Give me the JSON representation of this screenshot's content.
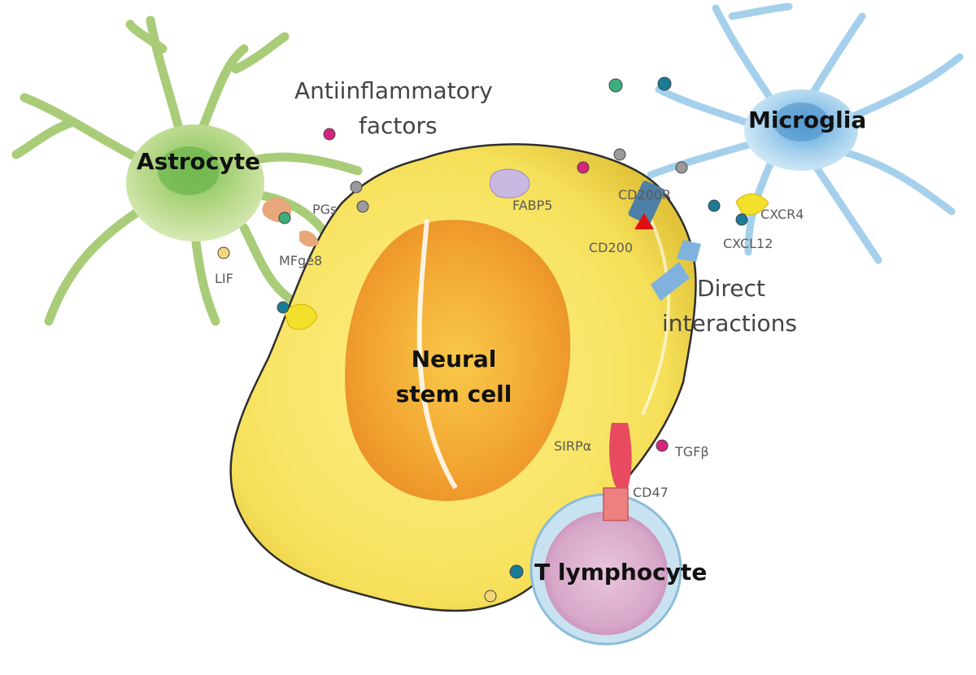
{
  "cells": {
    "astrocyte": "Astrocyte",
    "microglia": "Microglia",
    "neural_stem_cell_line1": "Neural",
    "neural_stem_cell_line2": "stem cell",
    "t_lymphocyte": "T lymphocyte"
  },
  "annotations": {
    "antiinflammatory_line1": "Antiinflammatory",
    "antiinflammatory_line2": "factors",
    "direct_line1": "Direct",
    "direct_line2": "interactions"
  },
  "molecules": {
    "pgs": "PGs",
    "lif": "LIF",
    "mfge8": "MFge8",
    "fabp5": "FABP5",
    "cd200r": "CD200R",
    "cd200": "CD200",
    "cxcr4": "CXCR4",
    "cxcl12": "CXCL12",
    "sirpa": "SIRPα",
    "tgfb": "TGFβ",
    "cd47": "CD47"
  },
  "colors": {
    "astrocyte": "#b9d98a",
    "microglia": "#a9d3ee",
    "stem_cell": "#f6e05a",
    "stem_nucleus": "#f2a531",
    "lymphocyte": "#d7a6c8",
    "particle_magenta": "#d6247e",
    "particle_green": "#3fae7e",
    "particle_teal": "#1a7b96",
    "particle_grey": "#9a9a9a",
    "particle_yellow": "#f3d77a",
    "receptor_red": "#e84a5f",
    "cd200_triangle": "#e01010"
  }
}
